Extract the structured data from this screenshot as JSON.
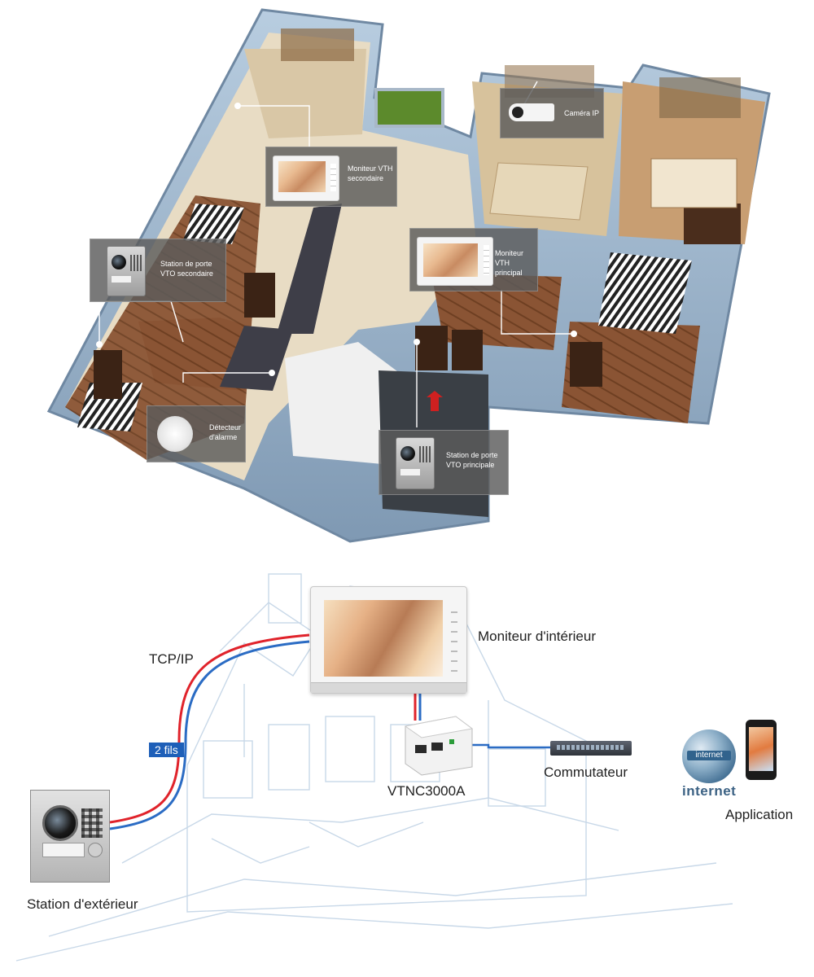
{
  "floorplan": {
    "callouts": [
      {
        "id": "secondary-monitor",
        "text": "Moniteur VTH\nsecondaire"
      },
      {
        "id": "ip-camera",
        "text": "Caméra IP"
      },
      {
        "id": "secondary-door-station",
        "text": "Station de porte\nVTO secondaire"
      },
      {
        "id": "main-monitor",
        "text": "Moniteur\nVTH principal"
      },
      {
        "id": "alarm-detector",
        "text": "Détecteur\nd'alarme"
      },
      {
        "id": "main-door-station",
        "text": "Station de porte\nVTO principale"
      }
    ],
    "colors": {
      "callout_bg": "#5c5c5c",
      "callout_text": "#ffffff",
      "wall": "#9fb7cf",
      "wood": "#8a5434",
      "floor": "#e9dcc4",
      "leader": "#ffffff"
    }
  },
  "diagram": {
    "labels": {
      "indoor_monitor": "Moniteur d'intérieur",
      "tcpip": "TCP/IP",
      "two_wires": "2 fils",
      "vtnc": "VTNC3000A",
      "switch": "Commutateur",
      "internet": "internet",
      "application": "Application",
      "outdoor_station": "Station d'extérieur"
    },
    "colors": {
      "red_wire": "#e0232b",
      "blue_wire": "#2b6cc4",
      "badge": "#1e5fb8",
      "house_sketch": "#c8d8e8"
    }
  }
}
